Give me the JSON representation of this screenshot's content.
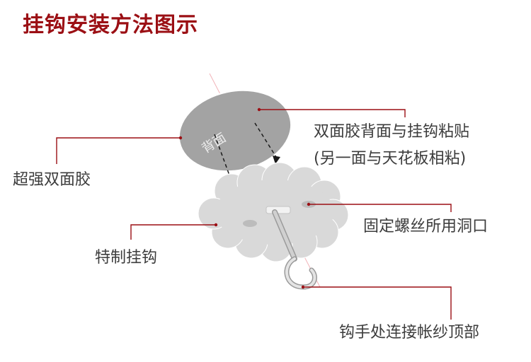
{
  "title": "挂钩安装方法图示",
  "back_label": "背面",
  "callouts": {
    "adhesive_back": "双面胶背面与挂钩粘贴",
    "adhesive_back_sub": "(另一面与天花板相粘)",
    "double_tape": "超强双面胶",
    "screw_hole": "固定螺丝所用洞口",
    "special_hook": "特制挂钩",
    "hook_use": "钩手处连接帐纱顶部"
  },
  "colors": {
    "title": "#9b0f14",
    "leader": "#9b0f14",
    "label": "#3c3c3c",
    "disc": "#a3a3a3",
    "hook_body": "#d9d9d9"
  }
}
